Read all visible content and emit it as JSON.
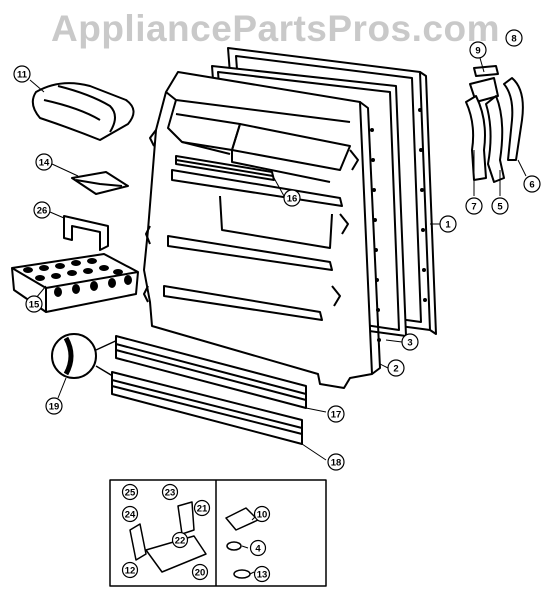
{
  "watermark": "AppliancePartsPros.com",
  "callouts": [
    "1",
    "2",
    "3",
    "4",
    "5",
    "6",
    "7",
    "8",
    "9",
    "10",
    "11",
    "12",
    "13",
    "14",
    "15",
    "16",
    "17",
    "18",
    "19",
    "20",
    "21",
    "22",
    "23",
    "24",
    "25",
    "26"
  ]
}
